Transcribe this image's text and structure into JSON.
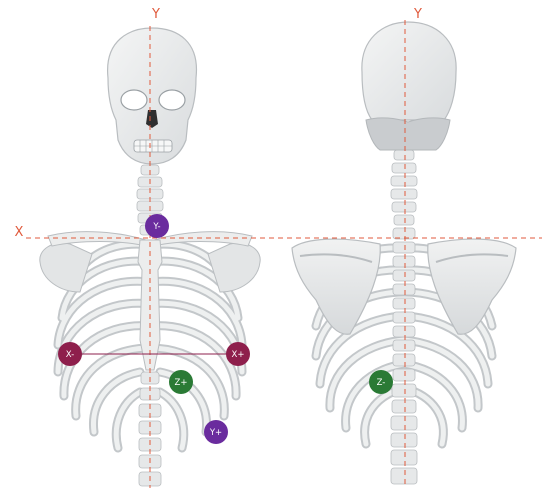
{
  "colors": {
    "axis": "#e05a3c",
    "bone_fill": "#eceded",
    "bone_stroke": "#b9bdc0",
    "bone_shadow": "#d4d7d9",
    "skull_dark": "#2f2f2f",
    "marker_purple": "#6a2c9e",
    "marker_maroon": "#8e1f4c",
    "marker_green": "#2a7a35"
  },
  "axes": {
    "front_y_label": "Y",
    "back_y_label": "Y",
    "x_label": "X"
  },
  "markers": {
    "front_y_minus": "Y-",
    "front_x_minus": "X-",
    "front_x_plus": "X+",
    "front_z_plus": "Z+",
    "front_y_plus": "Y+",
    "back_z_minus": "Z-"
  },
  "icons": {
    "front_view": "skeleton-front-torso-icon",
    "back_view": "skeleton-back-torso-icon"
  }
}
